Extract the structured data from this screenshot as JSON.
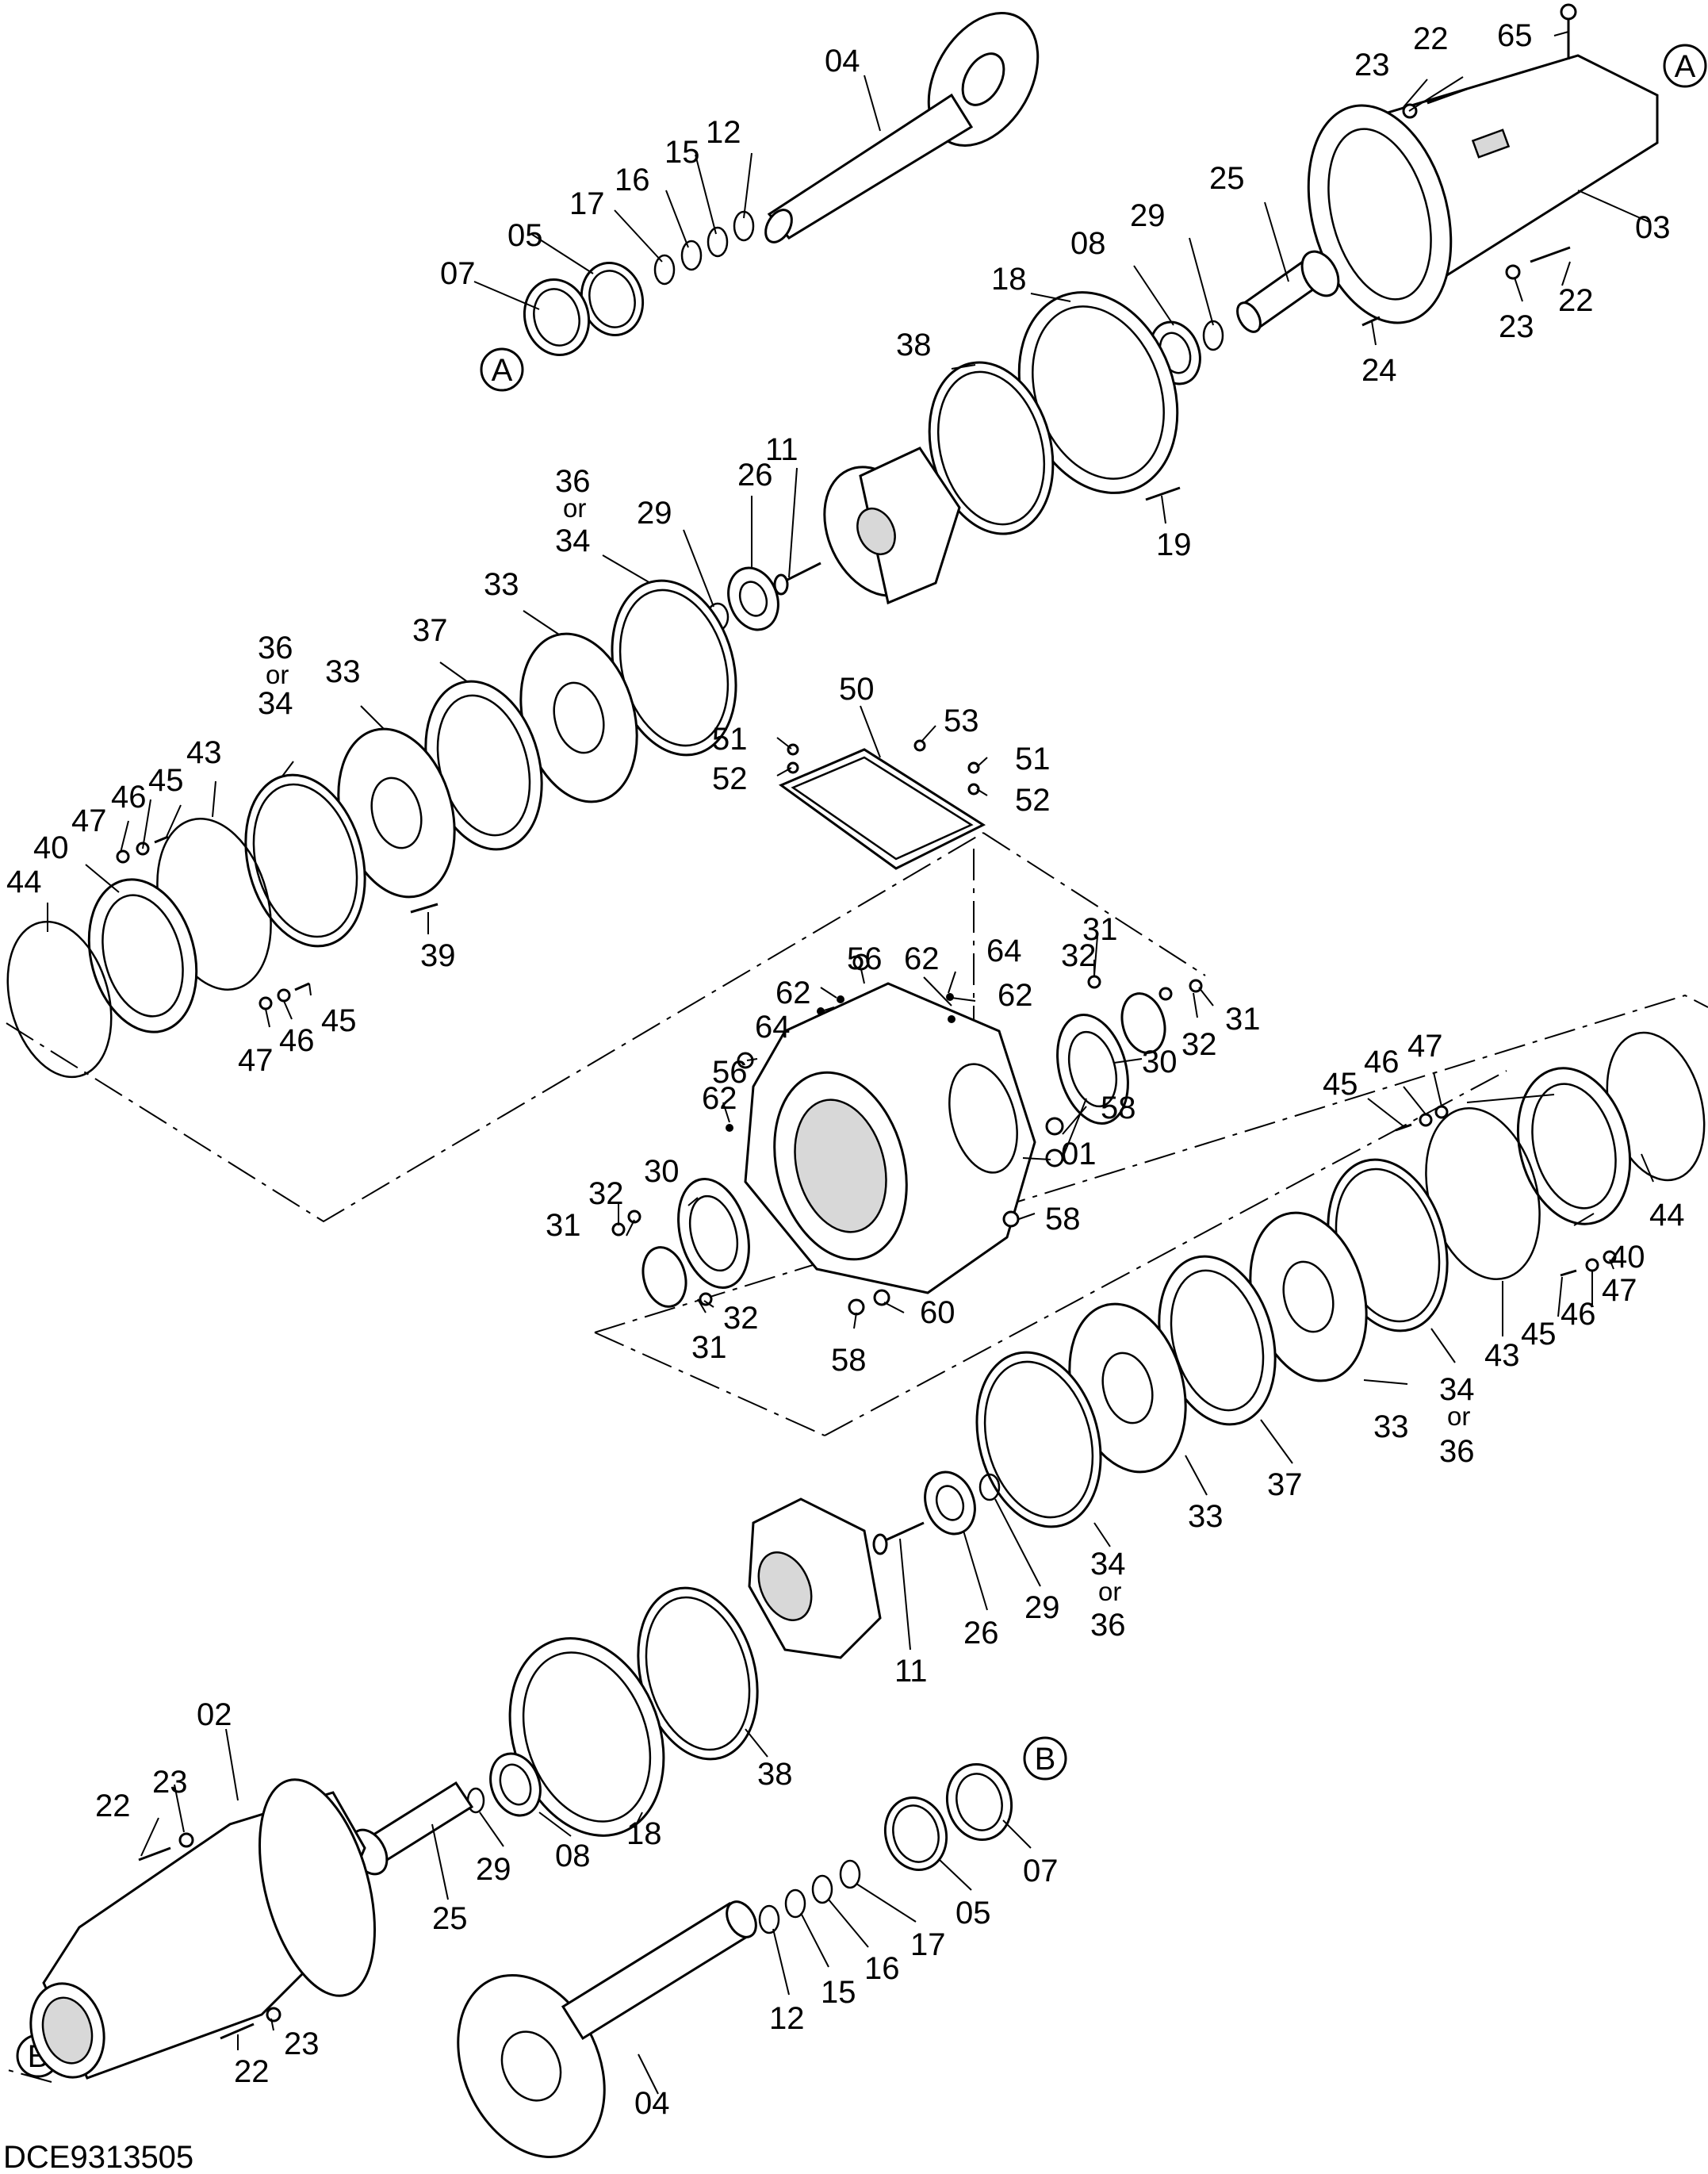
{
  "diagram_code": "DCE9313505",
  "reference_markers": [
    "A",
    "B"
  ],
  "labels": {
    "l01": "01",
    "l02": "02",
    "l03": "03",
    "l04a": "04",
    "l04b": "04",
    "l05a": "05",
    "l05b": "05",
    "l07a": "07",
    "l07b": "07",
    "l08a": "08",
    "l08b": "08",
    "l11a": "11",
    "l11b": "11",
    "l12a": "12",
    "l12b": "12",
    "l15a": "15",
    "l15b": "15",
    "l16a": "16",
    "l16b": "16",
    "l17a": "17",
    "l17b": "17",
    "l18a": "18",
    "l18b": "18",
    "l19": "19",
    "l22a": "22",
    "l22b": "22",
    "l22c": "22",
    "l22d": "22",
    "l23a": "23",
    "l23b": "23",
    "l23c": "23",
    "l23d": "23",
    "l24": "24",
    "l25a": "25",
    "l25b": "25",
    "l26a": "26",
    "l26b": "26",
    "l29a": "29",
    "l29b": "29",
    "l29c": "29",
    "l29d": "29",
    "l30a": "30",
    "l30b": "30",
    "l31a": "31",
    "l31b": "31",
    "l31c": "31",
    "l31d": "31",
    "l32a": "32",
    "l32b": "32",
    "l32c": "32",
    "l32d": "32",
    "l33a": "33",
    "l33b": "33",
    "l33c": "33",
    "l33d": "33",
    "l34a": "34",
    "l34b": "34",
    "l34c": "34",
    "l34d": "34",
    "l36a": "36",
    "l36b": "36",
    "l36c": "36",
    "l36d": "36",
    "or1": "or",
    "or2": "or",
    "or3": "or",
    "or4": "or",
    "l37a": "37",
    "l37b": "37",
    "l38a": "38",
    "l38b": "38",
    "l39": "39",
    "l40a": "40",
    "l40b": "40",
    "l43a": "43",
    "l43b": "43",
    "l44a": "44",
    "l44b": "44",
    "l45a": "45",
    "l45b": "45",
    "l45c": "45",
    "l45d": "45",
    "l46a": "46",
    "l46b": "46",
    "l46c": "46",
    "l46d": "46",
    "l47a": "47",
    "l47b": "47",
    "l47c": "47",
    "l47d": "47",
    "l50": "50",
    "l51a": "51",
    "l51b": "51",
    "l52a": "52",
    "l52b": "52",
    "l53": "53",
    "l56a": "56",
    "l56b": "56",
    "l58a": "58",
    "l58b": "58",
    "l58c": "58",
    "l60": "60",
    "l62a": "62",
    "l62b": "62",
    "l62c": "62",
    "l62d": "62",
    "l64a": "64",
    "l64b": "64",
    "l65": "65"
  }
}
